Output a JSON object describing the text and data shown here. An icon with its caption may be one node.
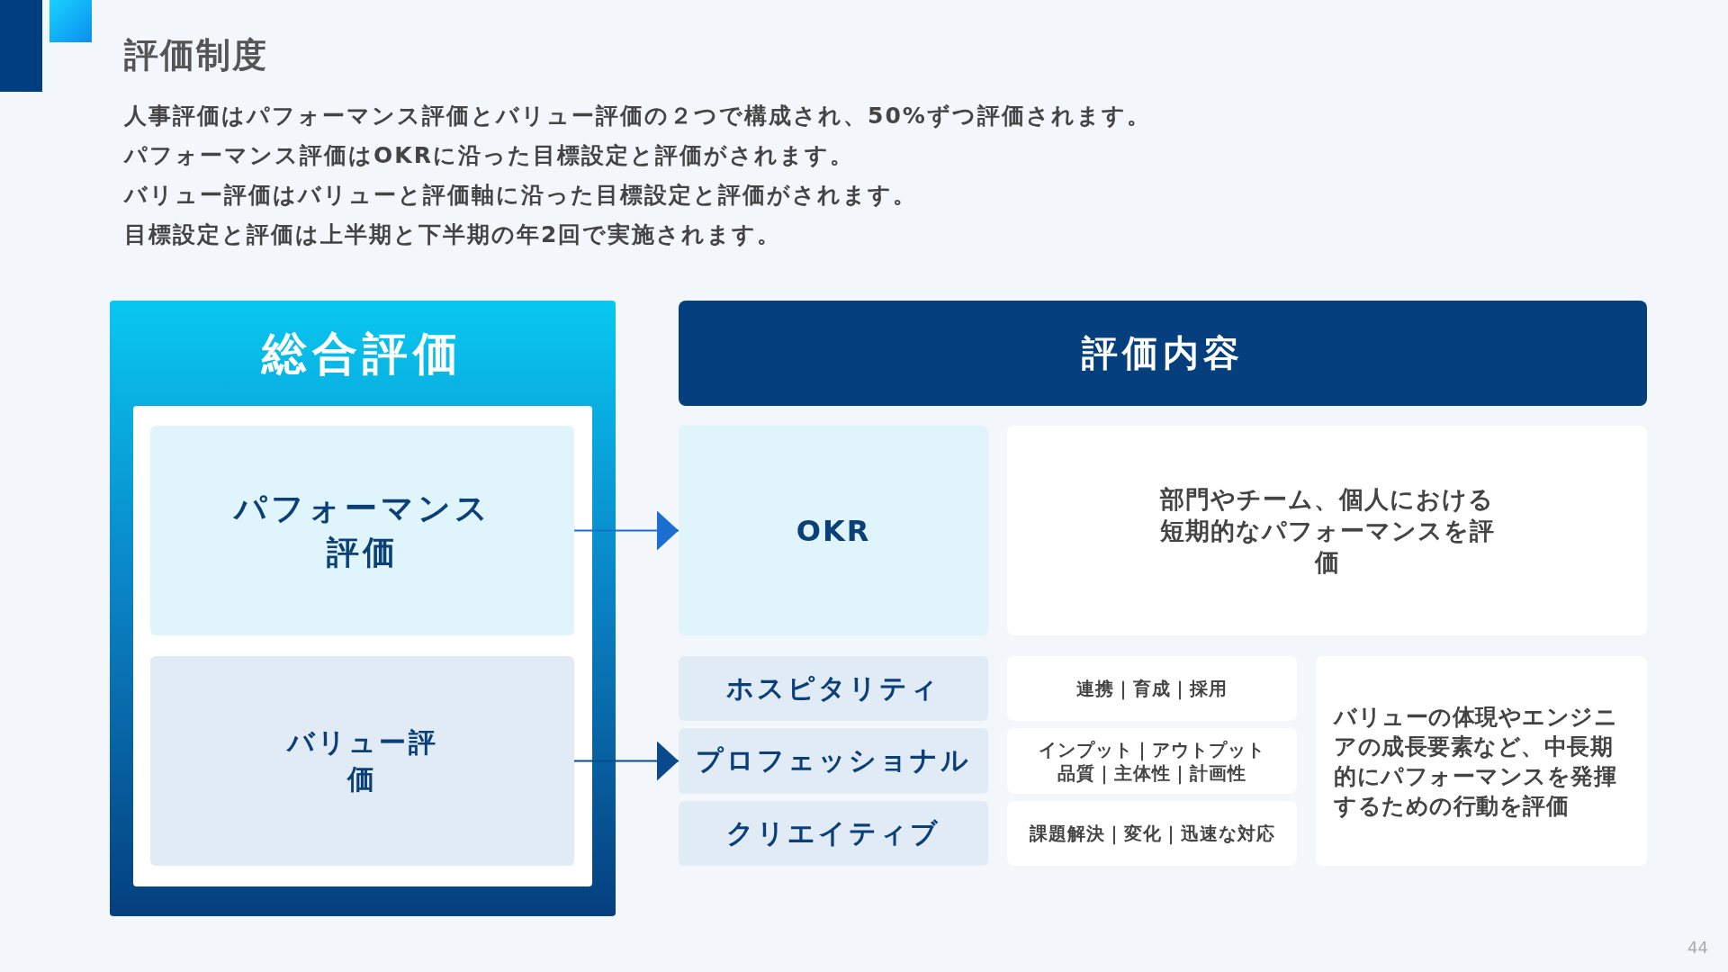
{
  "diagram": {
    "title": "評価制度",
    "nodes": [
      {
        "text": [
          "総合評価"
        ]
      },
      {
        "text": [
          "パフォーマンス評価"
        ],
        "in": 0
      },
      {
        "text": [
          "バリュー評価"
        ],
        "in": 0
      },
      {
        "text": [
          "評価内容"
        ]
      },
      {
        "text": [
          "OKR"
        ]
      },
      {
        "text": [
          "部門やチーム、個人における短期的なパフォーマンスを評価"
        ]
      },
      {
        "text": [
          "ホスピタリティ"
        ]
      },
      {
        "text": [
          "プロフェッショナル"
        ]
      },
      {
        "text": [
          "クリエイティブ"
        ]
      },
      {
        "text": [
          "連携｜育成｜採用"
        ]
      },
      {
        "text": [
          "インプット｜アウトプット品質｜主体性｜計画性"
        ]
      },
      {
        "text": [
          "課題解決｜変化｜迅速な対応"
        ]
      },
      {
        "text": [
          "バリューの体現やエンジニアの成長要素など、中長期的にパフォーマンスを発揮するための行動を評価"
        ]
      }
    ],
    "edges": [
      {
        "from": 1,
        "to": 4,
        "arrow": "to"
      },
      {
        "from": 2,
        "to": 7,
        "arrow": "to"
      }
    ],
    "labels": [
      "人事評価はパフォーマンス評価とバリュー評価の２つで構成され、50%ずつ評価されます。",
      "パフォーマンス評価はOKRに沿った目標設定と評価がされます。",
      "バリュー評価はバリューと評価軸に沿った目標設定と評価がされます。",
      "目標設定と評価は上半期と下半期の年2回で実施されます。",
      "44"
    ]
  }
}
